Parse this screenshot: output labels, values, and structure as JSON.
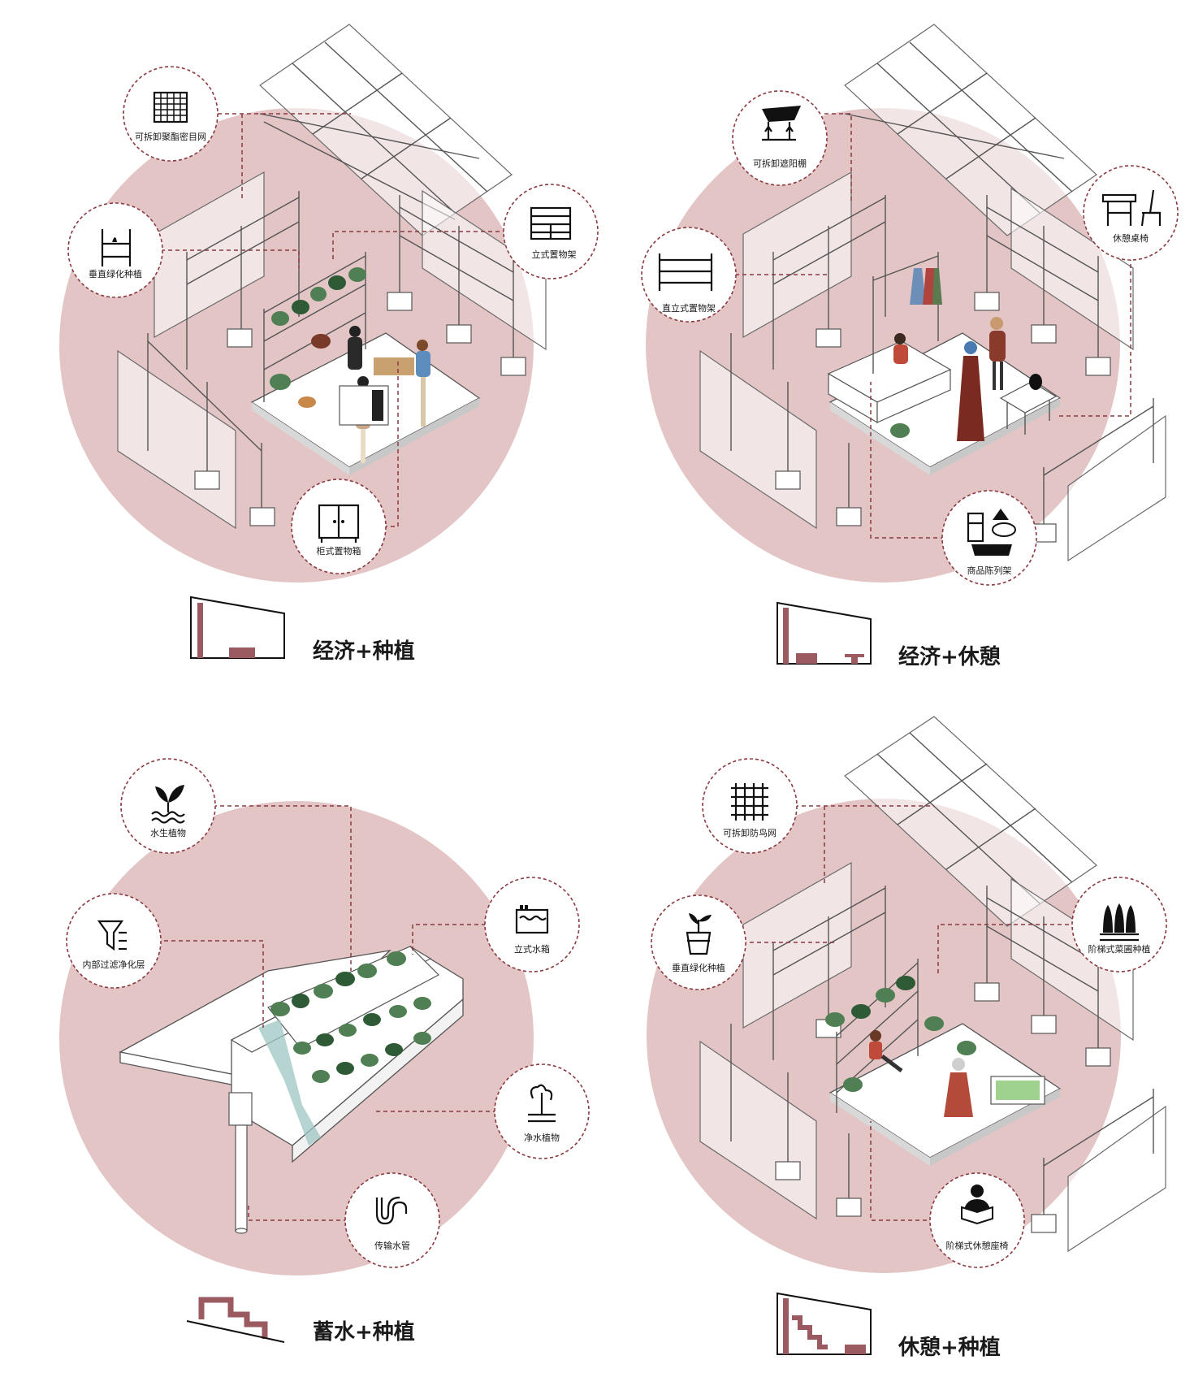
{
  "colors": {
    "circle": "#e3c5c6",
    "accent": "#8a3a40",
    "ink": "#1a1a1a"
  },
  "panels": [
    {
      "title": "经济+种植",
      "callouts": [
        {
          "label": "可拆卸聚酯密目网",
          "icon": "mesh-grid-icon"
        },
        {
          "label": "垂直绿化种植",
          "icon": "plant-shelf-icon"
        },
        {
          "label": "立式置物架",
          "icon": "standing-shelf-icon"
        },
        {
          "label": "柜式置物箱",
          "icon": "cabinet-icon"
        }
      ]
    },
    {
      "title": "经济+休憩",
      "callouts": [
        {
          "label": "可拆卸遮阳棚",
          "icon": "awning-icon"
        },
        {
          "label": "休憩桌椅",
          "icon": "table-chair-icon"
        },
        {
          "label": "直立式置物架",
          "icon": "upright-shelf-icon"
        },
        {
          "label": "商品陈列架",
          "icon": "goods-display-icon"
        }
      ]
    },
    {
      "title": "蓄水+种植",
      "callouts": [
        {
          "label": "水生植物",
          "icon": "aquatic-plant-icon"
        },
        {
          "label": "内部过滤净化层",
          "icon": "filter-layer-icon"
        },
        {
          "label": "立式水箱",
          "icon": "water-tank-icon"
        },
        {
          "label": "净水植物",
          "icon": "purify-plant-icon"
        },
        {
          "label": "传输水管",
          "icon": "water-pipe-icon"
        }
      ]
    },
    {
      "title": "休憩+种植",
      "callouts": [
        {
          "label": "可拆卸防鸟网",
          "icon": "bird-net-icon"
        },
        {
          "label": "垂直绿化种植",
          "icon": "potted-plant-icon"
        },
        {
          "label": "阶梯式菜圃种植",
          "icon": "wheat-icon"
        },
        {
          "label": "阶梯式休憩座椅",
          "icon": "reader-icon"
        }
      ]
    }
  ]
}
